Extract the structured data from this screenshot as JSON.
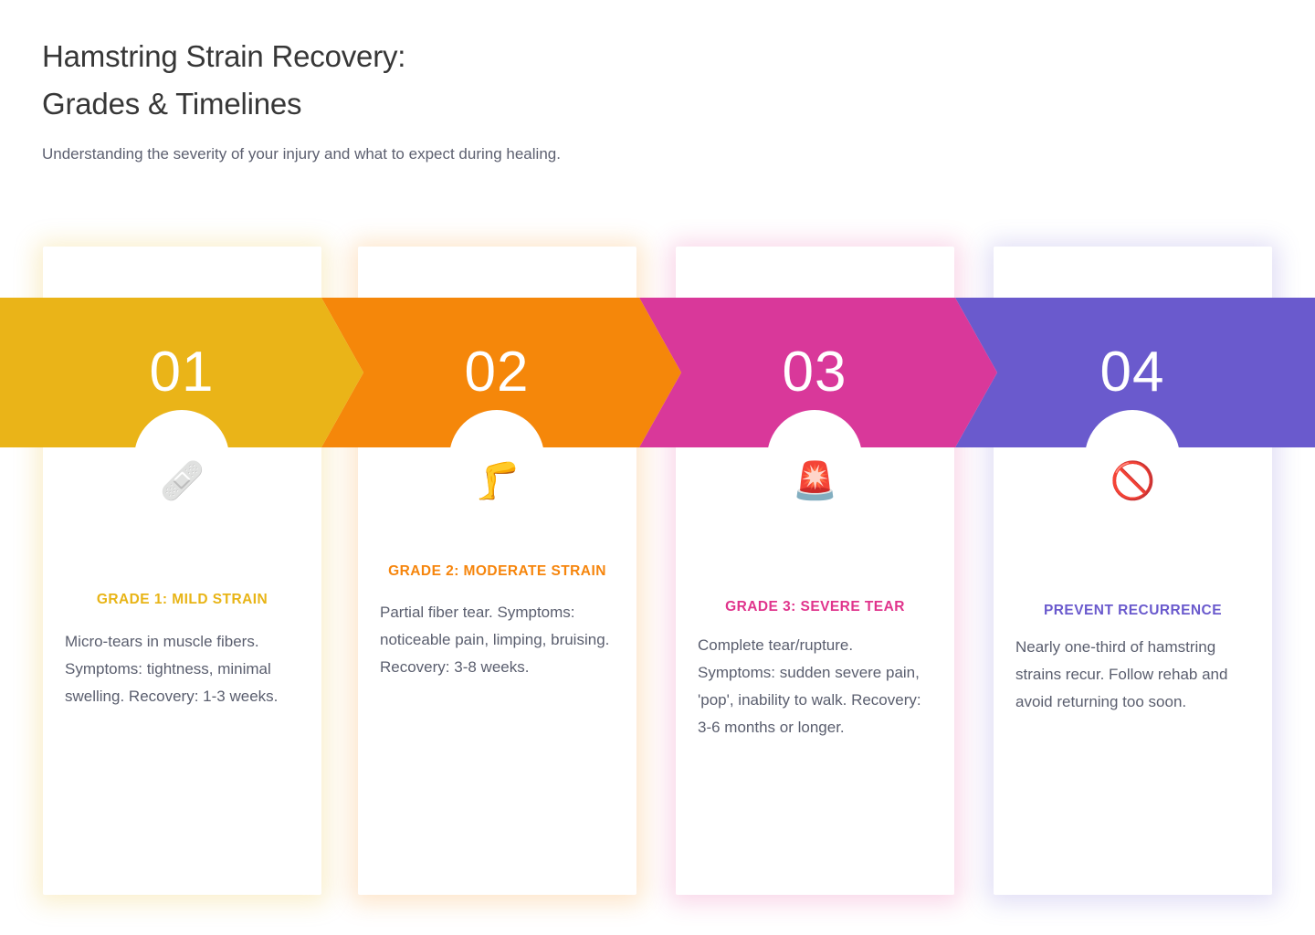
{
  "header": {
    "title_line1": "Hamstring Strain Recovery:",
    "title_line2": "Grades & Timelines",
    "subtitle": "Understanding the severity of your injury and what to expect during healing."
  },
  "theme": {
    "background": "#ffffff",
    "title_color": "#373737",
    "subtitle_color": "#5d6070",
    "body_color": "#5a5e6e"
  },
  "steps": [
    {
      "number": "01",
      "icon": "adhesive-bandage-emoji",
      "emoji": "🩹",
      "label": "GRADE 1: MILD STRAIN",
      "body": "Micro-tears in muscle fibers. Symptoms: tightness, minimal swelling. Recovery: 1-3 weeks.",
      "color": "#eab418"
    },
    {
      "number": "02",
      "icon": "leg-emoji",
      "emoji": "🦵",
      "label": "GRADE 2: MODERATE STRAIN",
      "body": "Partial fiber tear. Symptoms: noticeable pain, limping, bruising. Recovery: 3-8 weeks.",
      "color": "#f5870a"
    },
    {
      "number": "03",
      "icon": "police-car-light-emoji",
      "emoji": "🚨",
      "label": "GRADE 3: SEVERE TEAR",
      "body": "Complete tear/rupture. Symptoms: sudden severe pain, 'pop', inability to walk. Recovery: 3-6 months or longer.",
      "color": "#d9389a"
    },
    {
      "number": "04",
      "icon": "prohibited-emoji",
      "emoji": "🚫",
      "label": "PREVENT RECURRENCE",
      "body": "Nearly one-third of hamstring strains recur. Follow rehab and avoid returning too soon.",
      "color": "#6a5acd"
    }
  ]
}
